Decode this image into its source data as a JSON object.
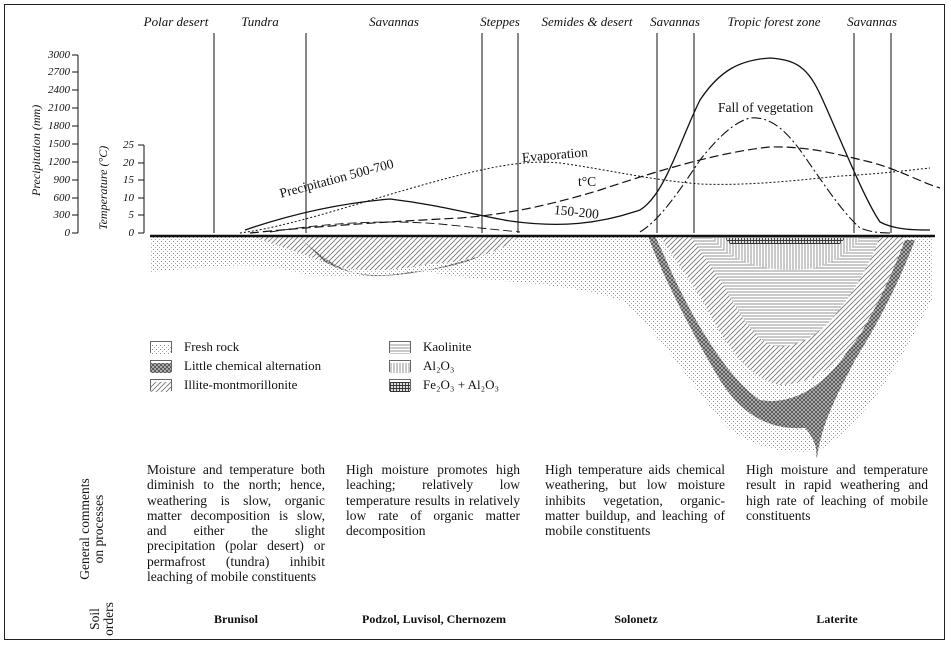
{
  "zones": [
    "Polar desert",
    "Tundra",
    "Savannas",
    "Steppes",
    "Semides & desert",
    "Savannas",
    "Tropic forest zone",
    "Savannas"
  ],
  "axes": {
    "precipitation": {
      "title": "Precipitation (mm)",
      "ticks": [
        "3000",
        "2700",
        "2400",
        "2100",
        "1800",
        "1500",
        "1200",
        "900",
        "600",
        "300",
        "0"
      ]
    },
    "temperature": {
      "title": "Temperature (°C)",
      "ticks": [
        "25",
        "20",
        "15",
        "10",
        "5",
        "0"
      ]
    }
  },
  "curve_labels": {
    "evaporation": "Evaporation",
    "precip_500_700": "Precipitation 500-700",
    "tc": "t°C",
    "p150_200": "150-200",
    "fall": "Fall of vegetation"
  },
  "legend": {
    "left": [
      "Fresh rock",
      "Little chemical alternation",
      "Illite-montmorillonite"
    ],
    "right": [
      "Kaolinite",
      "Al₂O₃",
      "Fe₂O₃ + Al₂O₃"
    ]
  },
  "row_headers": {
    "comments": [
      "General comments",
      "on processes"
    ],
    "soil": [
      "Soil",
      "orders"
    ]
  },
  "comments": [
    "Moisture and temperature both diminish to the north; hence, weathering is slow, organic matter decomposition is slow, and either the slight precipitation (polar desert) or permafrost (tundra) inhibit leaching of mobile constituents",
    "High moisture promotes high leaching; relatively low temperature results in relatively low rate of organic matter decomposition",
    "High temperature aids chemical weathering, but low moisture inhibits vegetation, organic-matter buildup, and leaching of mobile constituents",
    "High moisture and temperature result in rapid weathering and high rate of leaching of mobile constituents"
  ],
  "soil_orders": [
    "Brunisol",
    "Podzol, Luvisol, Chernozem",
    "Solonetz",
    "Laterite"
  ],
  "colors": {
    "ink": "#111111",
    "frame": "#222222",
    "hatch": "#6a6a6a"
  }
}
